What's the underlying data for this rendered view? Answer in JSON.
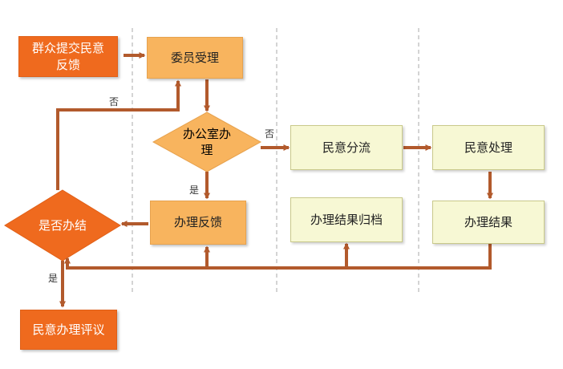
{
  "nodes": {
    "submit": "群众提交民意反馈",
    "accept": "委员受理",
    "office": "办公室办理",
    "triage": "民意分流",
    "handle": "民意处理",
    "feedback": "办理反馈",
    "archive": "办理结果归档",
    "result": "办理结果",
    "concluded": "是否办结",
    "evaluate": "民意办理评议"
  },
  "edge_labels": {
    "office_yes": "是",
    "office_no": "否",
    "concluded_no": "否",
    "concluded_yes": "是"
  },
  "colors": {
    "start_fill": "#ef6a1e",
    "task_fill": "#f8b45e",
    "cream_fill": "#f7f8d4",
    "arrow": "#b25a2c",
    "lane_divider": "#b7b7b7"
  }
}
